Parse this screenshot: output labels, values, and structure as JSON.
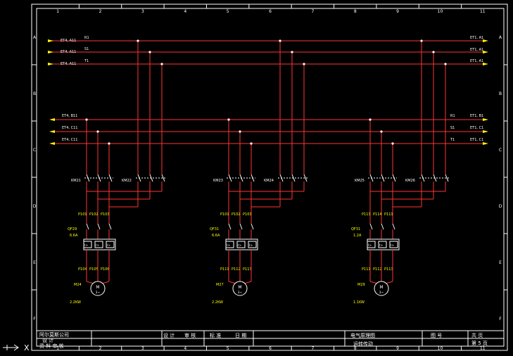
{
  "colors": {
    "background": "#000000",
    "frame": "#ffffff",
    "wire": "#ff3333",
    "symbol": "#ffffff",
    "label": "#ffff00",
    "note": "#ffffff"
  },
  "grid": {
    "columns": [
      "1",
      "2",
      "3",
      "4",
      "5",
      "6",
      "7",
      "8",
      "9",
      "10",
      "11"
    ],
    "rows": [
      "A",
      "B",
      "C",
      "D",
      "E",
      "F"
    ]
  },
  "feeders_top": {
    "left_labels": [
      "ET4, A11",
      "ET4, A11",
      "ET4, A11"
    ],
    "phase_marks": [
      "R1",
      "S1",
      "T1"
    ],
    "right_labels": [
      "ET1, A1",
      "ET1, A1",
      "ET1, A1"
    ]
  },
  "feeders_mid": {
    "left_labels": [
      "ET4, B11",
      "ET4, C11",
      "ET4, C11"
    ],
    "right_phase_marks": [
      "R1",
      "S1",
      "T1"
    ],
    "right_labels": [
      "ET1, B1",
      "ET1, C1",
      "ET1, C1"
    ]
  },
  "units": [
    {
      "contactor_a": "KM21",
      "contactor_b": "KM22",
      "wires_upper": [
        "P101",
        "P102",
        "P103"
      ],
      "breaker": "QF29",
      "breaker_rating": "6.6A",
      "wires_lower": [
        "P104",
        "P105",
        "P106"
      ],
      "motor": "M24",
      "motor_symbol": "M",
      "motor_phase": "3~",
      "power": "2.2KW"
    },
    {
      "contactor_a": "KM23",
      "contactor_b": "KM24",
      "wires_upper": [
        "P101",
        "P102",
        "P103"
      ],
      "breaker": "QF31",
      "breaker_rating": "6.6A",
      "wires_lower": [
        "P111",
        "P112",
        "P113"
      ],
      "motor": "M27",
      "motor_symbol": "M",
      "motor_phase": "3~",
      "power": "2.2KW"
    },
    {
      "contactor_a": "KM25",
      "contactor_b": "KM26",
      "wires_upper": [
        "P113",
        "P114",
        "P111"
      ],
      "breaker": "QF31",
      "breaker_rating": "1.2A",
      "wires_lower": [
        "P111",
        "P112",
        "P113"
      ],
      "motor": "M29",
      "motor_symbol": "M",
      "motor_phase": "3~",
      "power": "1.1KW"
    }
  ],
  "breaker_element": "I>",
  "title_block": {
    "stamp_lines": [
      "阿尔莫斯公司",
      "设  计",
      "资  料  审  核"
    ],
    "design": "设  计",
    "check": "审  核",
    "standard": "标  准",
    "approve": "日  期",
    "drawing_title": "电气原理图",
    "drawing_subtitle": "运转传动",
    "drawing_no_label": "图  号",
    "sheet_total": "共    页",
    "sheet_no": "第  5  页"
  },
  "ucs_icon": "X"
}
